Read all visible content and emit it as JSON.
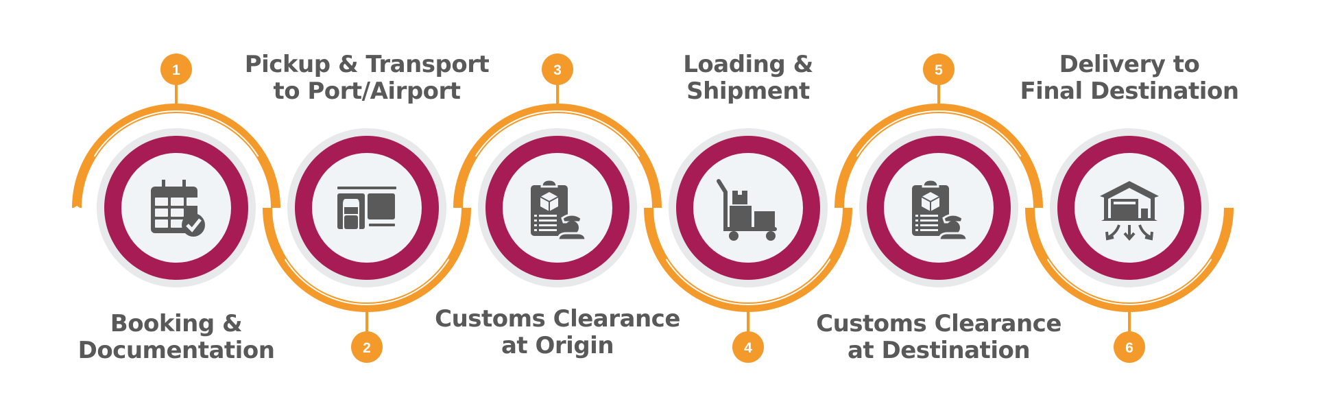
{
  "title": "Shipping Process Steps",
  "colors": {
    "accent_orange": "#F39A2B",
    "ring_magenta": "#A81C55",
    "ring_gray": "#E8E9EA",
    "inner_fill": "#F0F4F7",
    "icon_gray": "#5A5A5A",
    "text_gray": "#595959"
  },
  "steps": [
    {
      "number": "1",
      "line1": "Booking &",
      "line2": "Documentation",
      "icon": "calendar-check-icon",
      "label_position": "bottom"
    },
    {
      "number": "2",
      "line1": "Pickup & Transport",
      "line2": "to Port/Airport",
      "icon": "truck-loading-dock-icon",
      "label_position": "top"
    },
    {
      "number": "3",
      "line1": "Customs Clearance",
      "line2": "at Origin",
      "icon": "customs-officer-clipboard-icon",
      "label_position": "bottom"
    },
    {
      "number": "4",
      "line1": "Loading &",
      "line2": "Shipment",
      "icon": "hand-truck-boxes-icon",
      "label_position": "top"
    },
    {
      "number": "5",
      "line1": "Customs Clearance",
      "line2": "at Destination",
      "icon": "customs-officer-clipboard-icon",
      "label_position": "bottom"
    },
    {
      "number": "6",
      "line1": "Delivery to",
      "line2": "Final Destination",
      "icon": "warehouse-distribution-icon",
      "label_position": "top"
    }
  ]
}
